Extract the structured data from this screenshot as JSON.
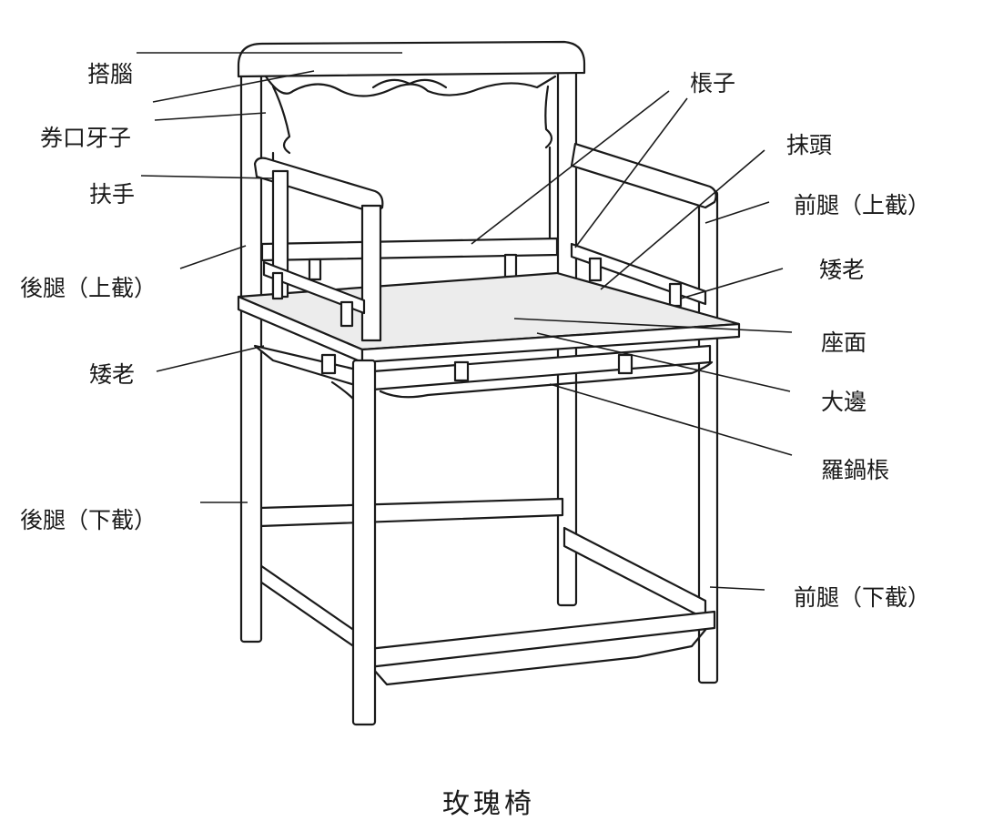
{
  "caption": "玫瑰椅",
  "labels": {
    "da_nao": "搭腦",
    "quan_kou_ya_zi": "券口牙子",
    "fu_shou": "扶手",
    "hou_tui_shang": "後腿（上截）",
    "ai_lao_left": "矮老",
    "hou_tui_xia": "後腿（下截）",
    "zhang_zi": "棖子",
    "mo_tou": "抹頭",
    "qian_tui_shang": "前腿（上截）",
    "ai_lao_right": "矮老",
    "zuo_mian": "座面",
    "da_bian": "大邊",
    "luo_guo_zhang": "羅鍋棖",
    "qian_tui_xia": "前腿（下截）"
  }
}
